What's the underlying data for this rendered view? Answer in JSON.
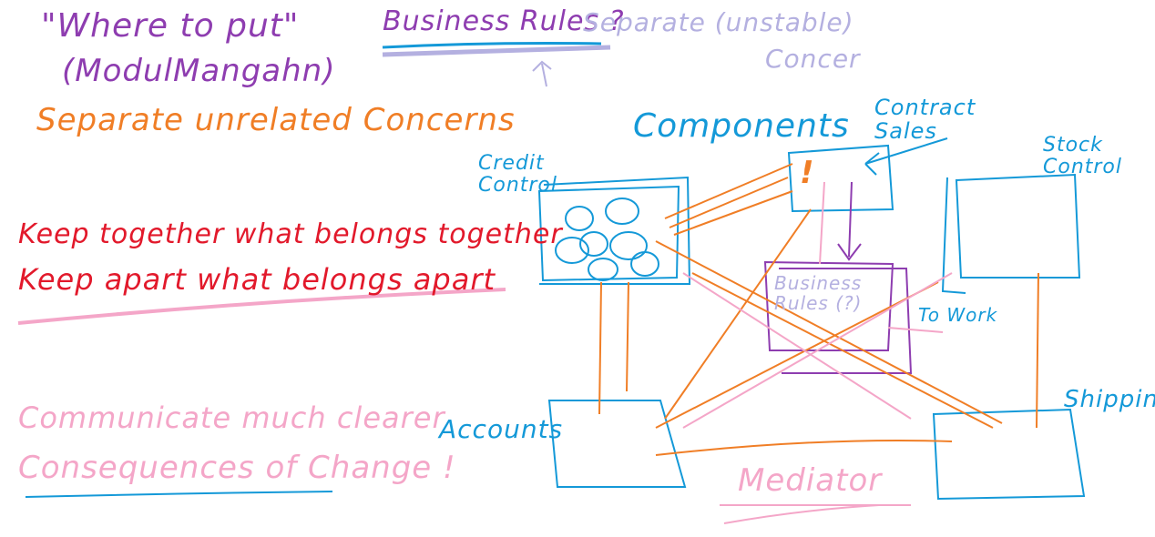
{
  "colors": {
    "purple": "#8e3db0",
    "orange": "#f07e26",
    "red": "#e2192b",
    "pink": "#f4a6c8",
    "lavender": "#b4b0e0",
    "blue": "#1499d8"
  },
  "notes": {
    "where_to_put": "\"Where to put\"",
    "modul_mangahn": "(ModulMangahn)",
    "business_rules": "Business Rules ?",
    "separate_unstable": "Separate (unstable)",
    "concer": "Concer",
    "separate_unrelated": "Separate unrelated Concerns",
    "keep_together": "Keep together what belongs together",
    "keep_apart": "Keep apart what belongs apart",
    "communicate": "Communicate much clearer",
    "consequences": "Consequences of Change !"
  },
  "diagram": {
    "components_label": "Components",
    "credit_control": "Credit Control",
    "contract_sales": "Contract Sales",
    "stock_control": "Stock Control",
    "business_rules_box": "Business Rules (?)",
    "to_work": "To Work",
    "accounts": "Accounts",
    "shipping": "Shipping",
    "mediator": "Mediator",
    "exclamation": "!"
  }
}
